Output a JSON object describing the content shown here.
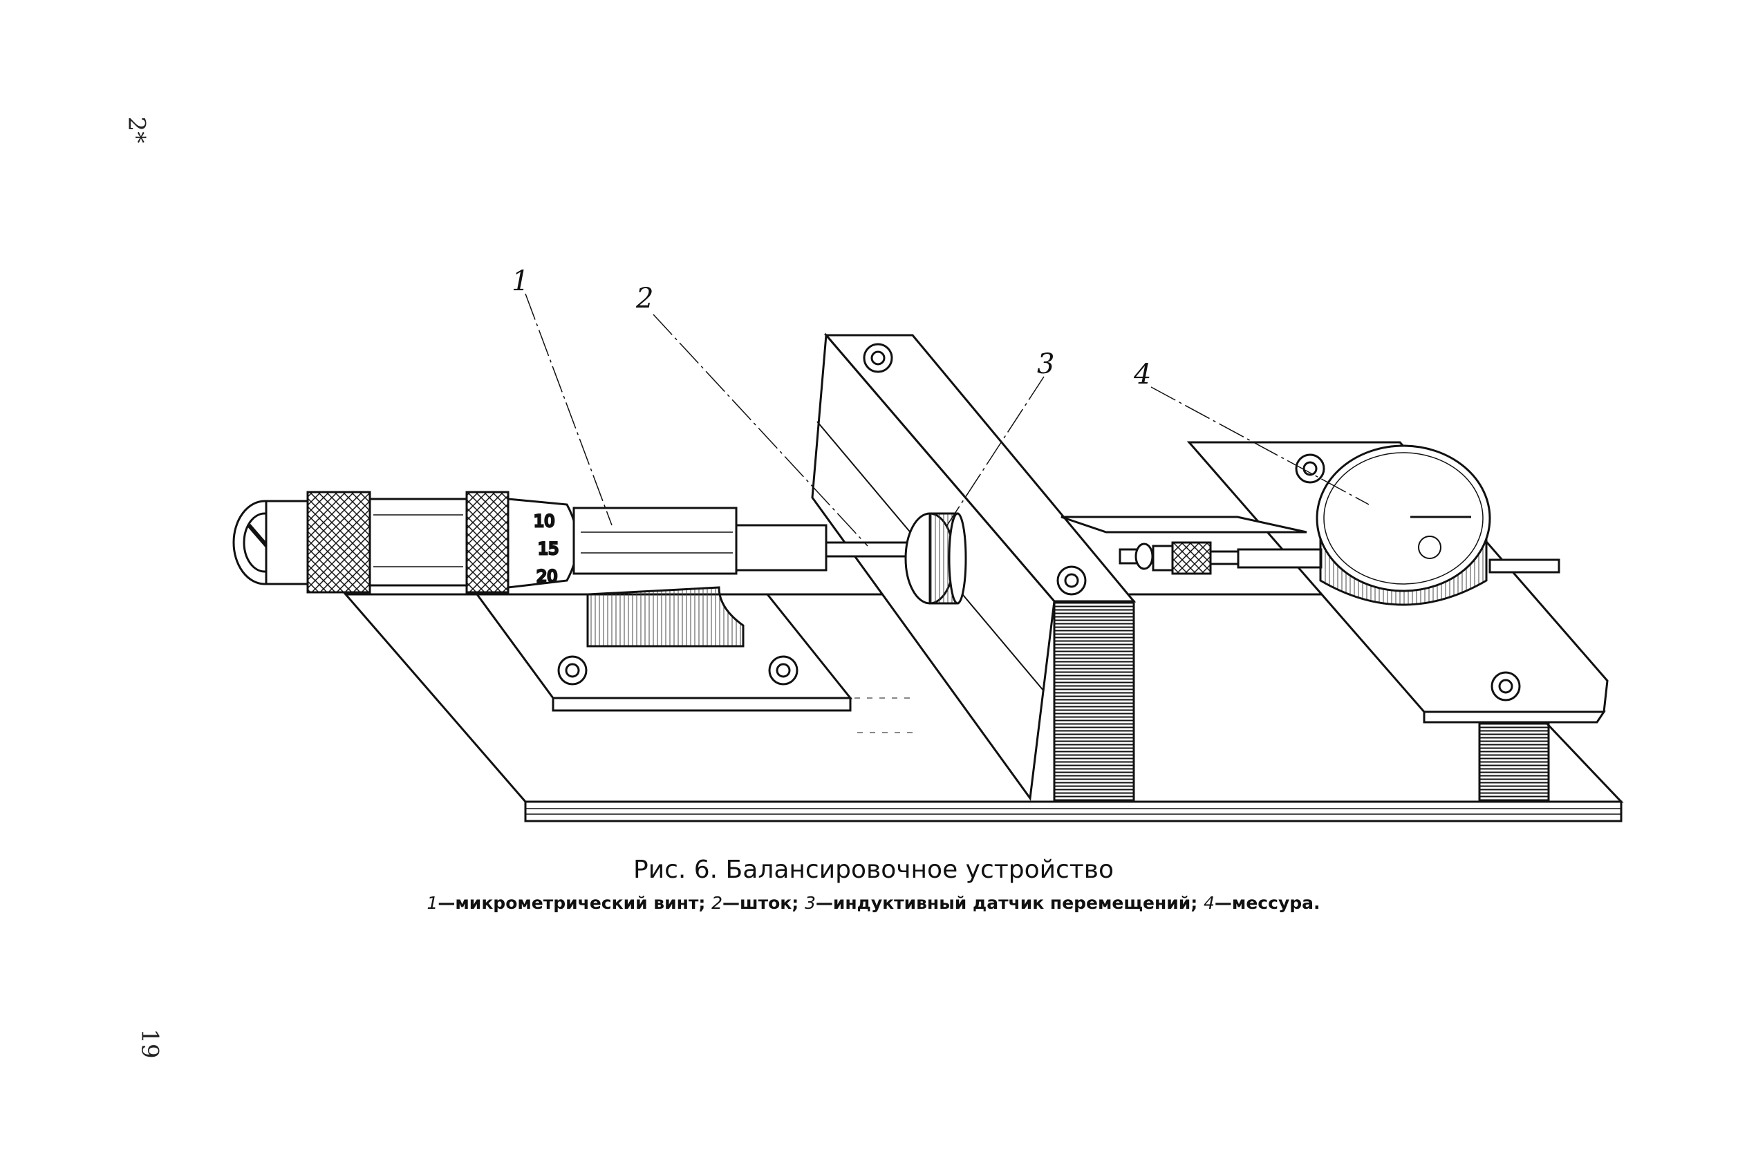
{
  "margin": {
    "signature": "2*",
    "page_number": "19"
  },
  "figure": {
    "callouts": [
      "1",
      "2",
      "3",
      "4"
    ],
    "scale_marks": [
      "10",
      "15",
      "20"
    ]
  },
  "caption": {
    "title": "Рис. 6. Балансировочное устройство",
    "legend": [
      {
        "num": "1",
        "text": "—микрометрический винт;"
      },
      {
        "num": "2",
        "text": "—шток;"
      },
      {
        "num": "3",
        "text": "—индуктивный датчик перемещений;"
      },
      {
        "num": "4",
        "text": "—мессура."
      }
    ]
  }
}
